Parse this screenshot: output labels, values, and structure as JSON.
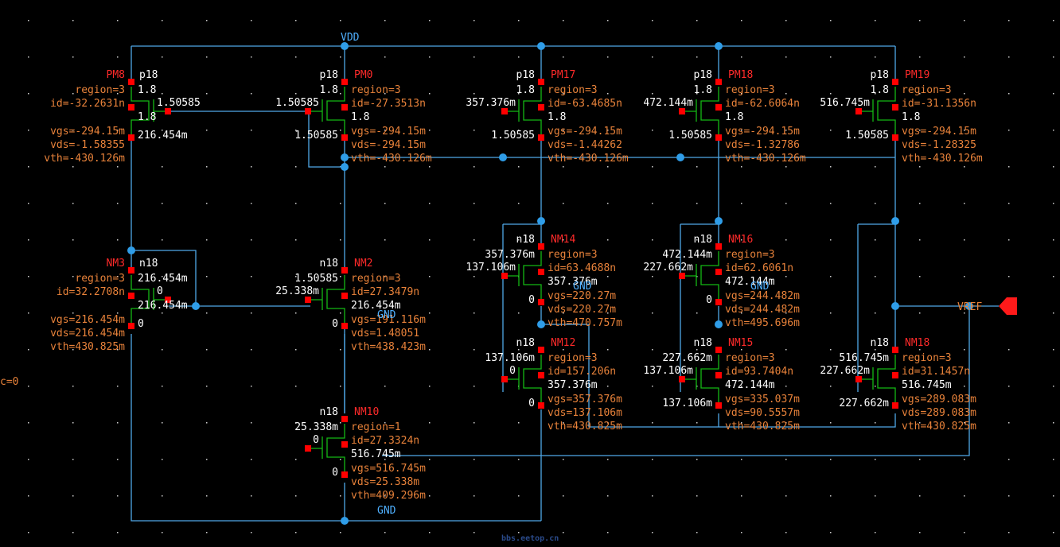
{
  "colors": {
    "wire": "#4fa8e8",
    "pin": "#ff0000",
    "node": "#2f9de8",
    "device": "#14b814",
    "label_white": "#ffffff",
    "label_orange": "#e8823a",
    "label_red": "#ff2a2a",
    "net_blue": "#4fb0ff"
  },
  "nets": {
    "vdd": "VDD",
    "gnd_top": "GND",
    "gnd_bottom": "GND",
    "gnd_nm14": "GND",
    "gnd_nm16": "GND",
    "vref": "VREF",
    "edge": "c=0"
  },
  "watermark": "bbs.eetop.cn",
  "devices": [
    {
      "id": "pm8",
      "name": "PM8",
      "model": "p18",
      "params": [
        "region=3",
        "id=-32.2631n",
        "vgs=-294.15m",
        "vds=-1.58355",
        "vth=-430.126m"
      ],
      "pins": [
        "1.8",
        "1.8",
        "216.454m",
        "1.50585"
      ]
    },
    {
      "id": "pm0",
      "name": "PM0",
      "model": "p18",
      "params": [
        "region=3",
        "id=-27.3513n",
        "vgs=-294.15m",
        "vds=-294.15m",
        "vth=-430.126m"
      ],
      "pins": [
        "1.8",
        "1.8",
        "1.50585",
        "1.50585"
      ]
    },
    {
      "id": "pm17",
      "name": "PM17",
      "model": "p18",
      "params": [
        "region=3",
        "id=-63.4685n",
        "vgs=-294.15m",
        "vds=-1.44262",
        "vth=-430.126m"
      ],
      "pins": [
        "1.8",
        "1.8",
        "1.50585",
        "357.376m"
      ]
    },
    {
      "id": "pm18",
      "name": "PM18",
      "model": "p18",
      "params": [
        "region=3",
        "id=-62.6064n",
        "vgs=-294.15m",
        "vds=-1.32786",
        "vth=-430.126m"
      ],
      "pins": [
        "1.8",
        "1.8",
        "1.50585",
        "472.144m"
      ]
    },
    {
      "id": "pm19",
      "name": "PM19",
      "model": "p18",
      "params": [
        "region=3",
        "id=-31.1356n",
        "vgs=-294.15m",
        "vds=-1.28325",
        "vth=-430.126m"
      ],
      "pins": [
        "1.8",
        "1.8",
        "1.50585",
        "516.745m"
      ]
    },
    {
      "id": "nm3",
      "name": "NM3",
      "model": "n18",
      "params": [
        "region=3",
        "id=32.2708n",
        "vgs=216.454m",
        "vds=216.454m",
        "vth=430.825m"
      ],
      "pins": [
        "216.454m",
        "216.454m",
        "0",
        "0"
      ]
    },
    {
      "id": "nm2",
      "name": "NM2",
      "model": "n18",
      "params": [
        "region=3",
        "id=27.3479n",
        "vgs=191.116m",
        "vds=1.48051",
        "vth=438.423m"
      ],
      "pins": [
        "1.50585",
        "216.454m",
        "0",
        "25.338m"
      ]
    },
    {
      "id": "nm10",
      "name": "NM10",
      "model": "n18",
      "params": [
        "region=1",
        "id=27.3324n",
        "vgs=516.745m",
        "vds=25.338m",
        "vth=409.296m"
      ],
      "pins": [
        "25.338m",
        "516.745m",
        "0",
        "0"
      ]
    },
    {
      "id": "nm14",
      "name": "NM14",
      "model": "n18",
      "params": [
        "region=3",
        "id=63.4688n",
        "vgs=220.27m",
        "vds=220.27m",
        "vth=470.757m"
      ],
      "pins": [
        "357.376m",
        "357.376m",
        "0",
        "137.106m"
      ]
    },
    {
      "id": "nm12",
      "name": "NM12",
      "model": "n18",
      "params": [
        "region=3",
        "id=157.206n",
        "vgs=357.376m",
        "vds=137.106m",
        "vth=430.825m"
      ],
      "pins": [
        "137.106m",
        "357.376m",
        "0",
        "0"
      ]
    },
    {
      "id": "nm16",
      "name": "NM16",
      "model": "n18",
      "params": [
        "region=3",
        "id=62.6061n",
        "vgs=244.482m",
        "vds=244.482m",
        "vth=495.696m"
      ],
      "pins": [
        "472.144m",
        "472.144m",
        "0",
        "227.662m"
      ]
    },
    {
      "id": "nm15",
      "name": "NM15",
      "model": "n18",
      "params": [
        "region=3",
        "id=93.7404n",
        "vgs=335.037m",
        "vds=90.5557m",
        "vth=430.825m"
      ],
      "pins": [
        "227.662m",
        "472.144m",
        "137.106m",
        "137.106m"
      ]
    },
    {
      "id": "nm18",
      "name": "NM18",
      "model": "n18",
      "params": [
        "region=3",
        "id=31.1457n",
        "vgs=289.083m",
        "vds=289.083m",
        "vth=430.825m"
      ],
      "pins": [
        "516.745m",
        "516.745m",
        "227.662m",
        "227.662m"
      ]
    }
  ]
}
